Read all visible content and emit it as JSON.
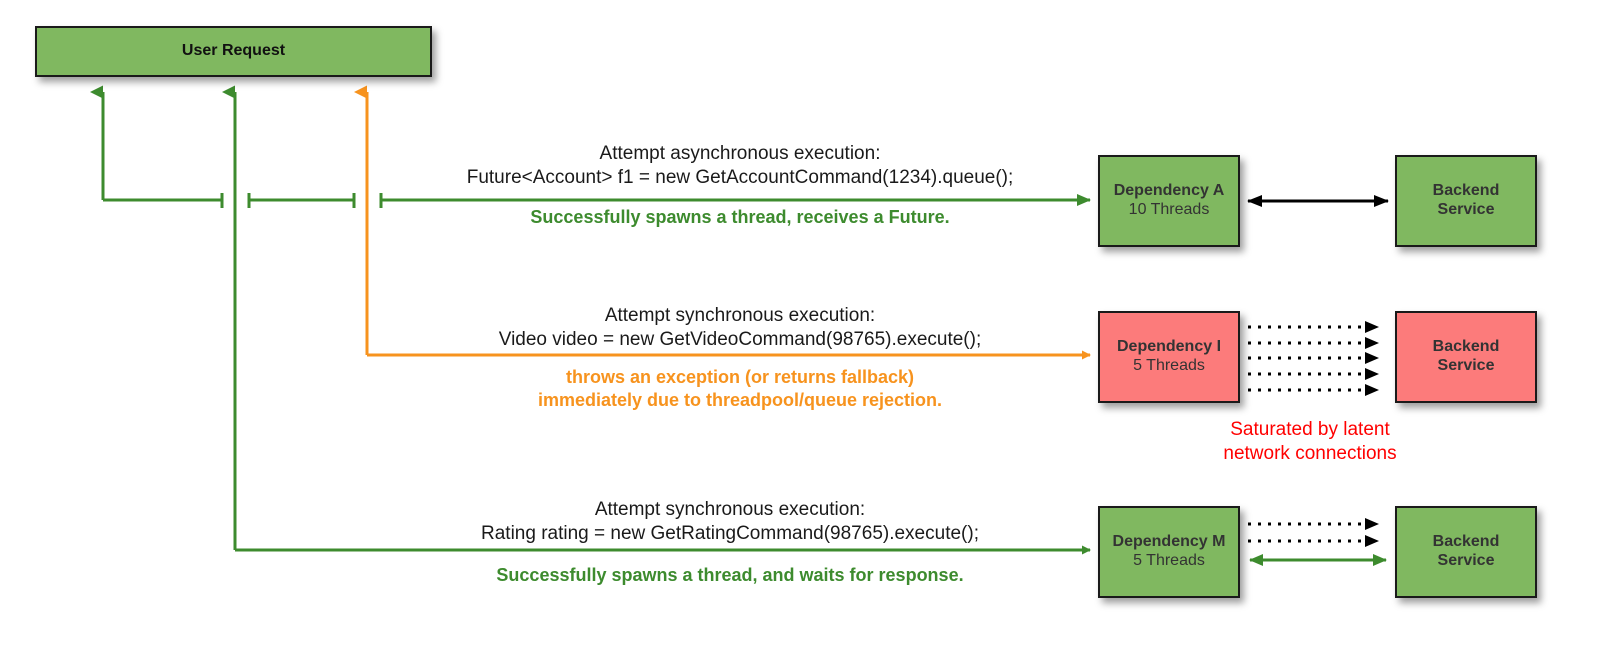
{
  "diagram": {
    "title": "User Request",
    "palette": {
      "green_fill": "#80b860",
      "red_fill": "#fc7b7b",
      "green_line": "#3d8b2e",
      "orange_line": "#f7931e",
      "black_line": "#000000",
      "red_text": "#ff0000",
      "border": "#1a1a1a"
    },
    "root": {
      "label": "User Request"
    },
    "rows": [
      {
        "id": "row-a",
        "code_line1": "Attempt asynchronous execution:",
        "code_line2": "Future<Account> f1 = new GetAccountCommand(1234).queue();",
        "result_text": "Successfully spawns a thread, receives a Future.",
        "result_color": "green",
        "dependency": {
          "name": "Dependency A",
          "threads": "10 Threads",
          "state": "green"
        },
        "backend": {
          "line1": "Backend",
          "line2": "Service",
          "state": "green"
        },
        "link_style": "solid-black-bidirectional",
        "note": ""
      },
      {
        "id": "row-i",
        "code_line1": "Attempt synchronous execution:",
        "code_line2": "Video video = new GetVideoCommand(98765).execute();",
        "result_text": "throws an exception (or returns fallback)\nimmediately due to threadpool/queue rejection.",
        "result_color": "orange",
        "dependency": {
          "name": "Dependency I",
          "threads": "5 Threads",
          "state": "red"
        },
        "backend": {
          "line1": "Backend",
          "line2": "Service",
          "state": "red"
        },
        "link_style": "five-dotted-right",
        "note": "Saturated by latent\nnetwork connections"
      },
      {
        "id": "row-m",
        "code_line1": "Attempt synchronous execution:",
        "code_line2": "Rating rating = new GetRatingCommand(98765).execute();",
        "result_text": "Successfully spawns a thread, and waits for response.",
        "result_color": "green",
        "dependency": {
          "name": "Dependency M",
          "threads": "5 Threads",
          "state": "green"
        },
        "backend": {
          "line1": "Backend",
          "line2": "Service",
          "state": "green"
        },
        "link_style": "two-dotted-right-plus-green-bidirectional",
        "note": ""
      }
    ]
  }
}
